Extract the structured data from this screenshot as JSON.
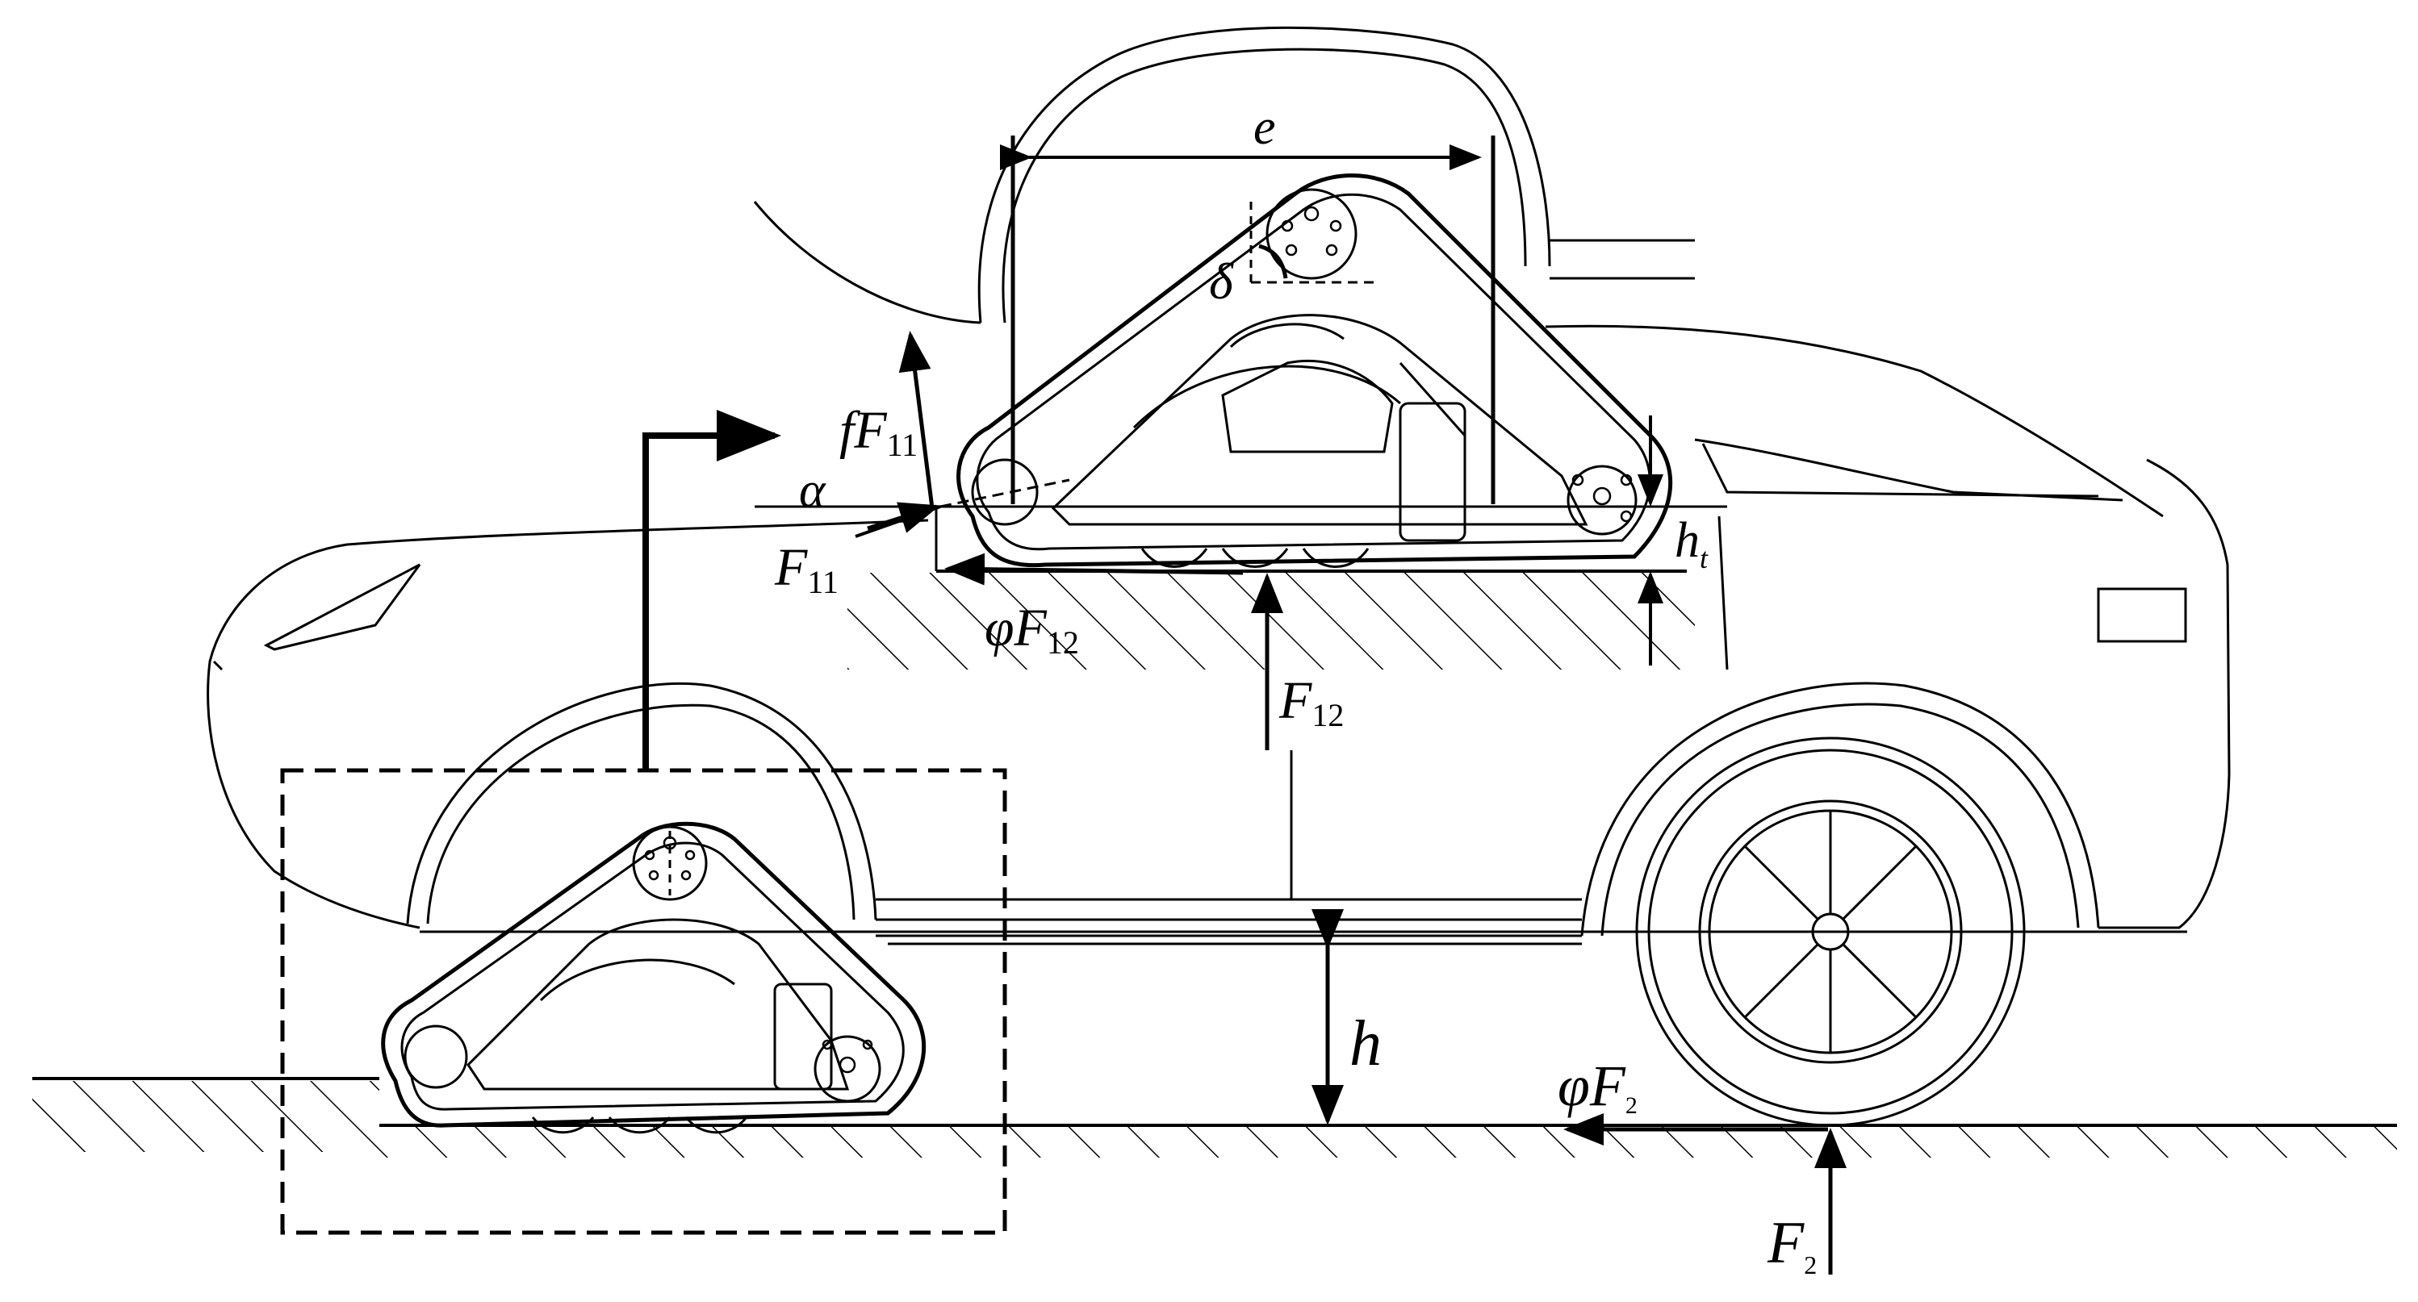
{
  "labels": {
    "e": "e",
    "delta": "δ",
    "fF11": {
      "main": "fF",
      "sub": "11"
    },
    "alpha": "α",
    "F11": {
      "main": "F",
      "sub": "11"
    },
    "phiF12": {
      "main": "φF",
      "sub": "12"
    },
    "F12": {
      "main": "F",
      "sub": "12"
    },
    "ht": {
      "main": "h",
      "sub": "t"
    },
    "h": "h",
    "phiF2": {
      "main": "φF",
      "sub": "2"
    },
    "F2": {
      "main": "F",
      "sub": "2"
    }
  },
  "colors": {
    "ink": "#000000",
    "background": "#ffffff"
  }
}
